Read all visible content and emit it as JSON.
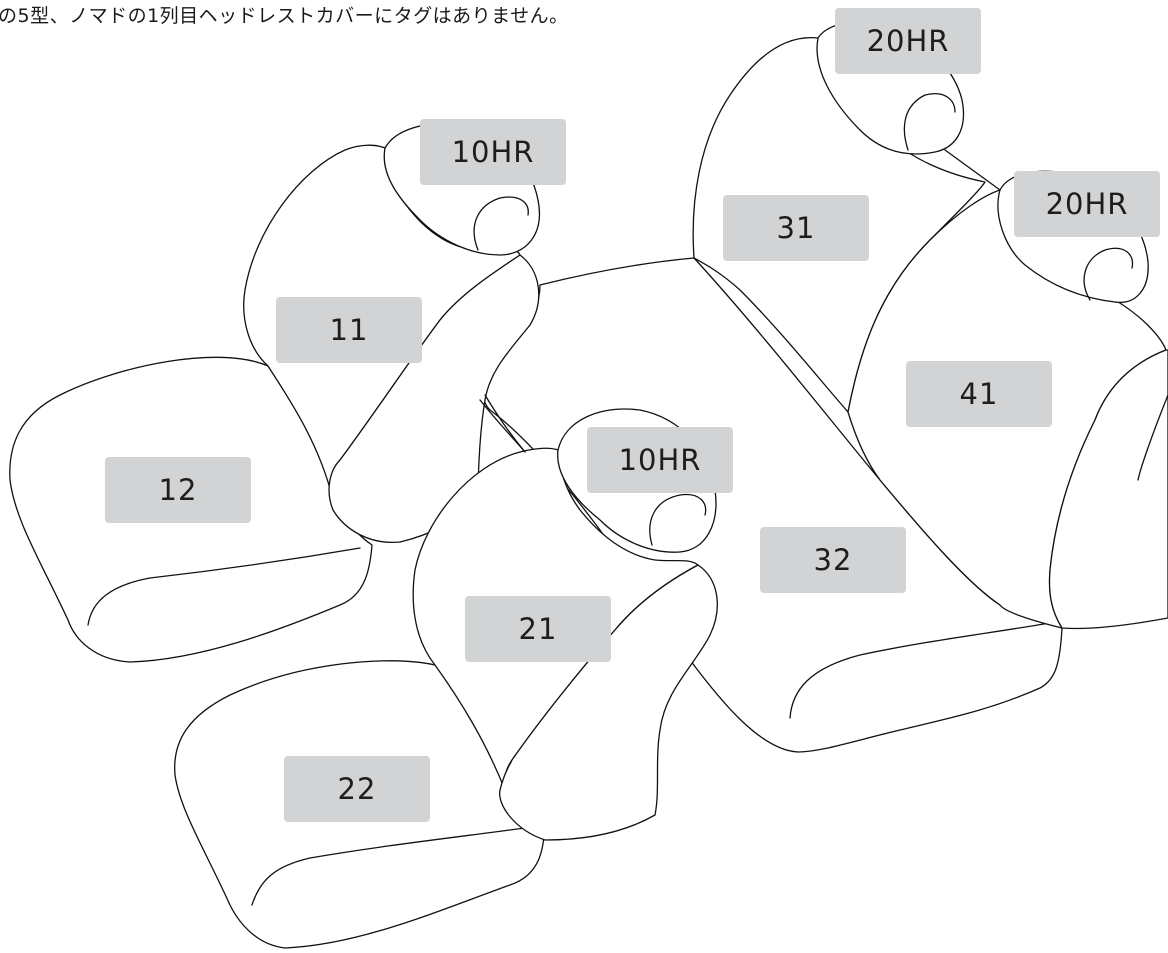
{
  "note": "の5型、ノマドの1列目ヘッドレストカバーにタグはありません。",
  "tags": {
    "hr_10_front": "10HR",
    "hr_20_top": "20HR",
    "hr_20_right": "20HR",
    "hr_10_mid": "10HR",
    "seat_11": "11",
    "seat_12": "12",
    "seat_21": "21",
    "seat_22": "22",
    "seat_31": "31",
    "seat_32": "32",
    "seat_41": "41"
  },
  "colors": {
    "tag_fill": "#d2d3d5",
    "outline": "#111111",
    "background": "#ffffff"
  }
}
